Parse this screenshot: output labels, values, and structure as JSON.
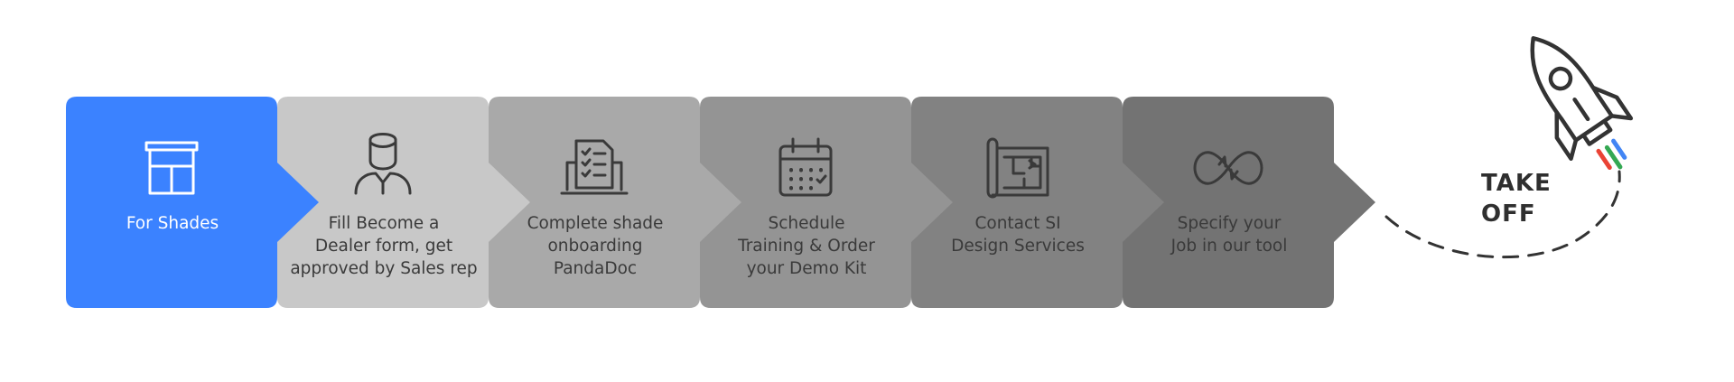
{
  "colors": {
    "active": "#3B82FF",
    "steps": [
      "#3B82FF",
      "#C8C8C8",
      "#A9A9A9",
      "#949494",
      "#828282",
      "#737373"
    ],
    "icon_active": "#ffffff",
    "icon": "#3a3a3a",
    "dash": "#333333",
    "flame": [
      "#EA4335",
      "#34A853",
      "#4285F4"
    ]
  },
  "steps": [
    {
      "label": "For Shades",
      "icon": "window-shade-icon",
      "active": true
    },
    {
      "label": "Fill Become a\nDealer form, get\napproved by Sales rep",
      "icon": "person-icon",
      "active": false
    },
    {
      "label": "Complete shade\nonboarding\nPandaDoc",
      "icon": "checklist-laptop-icon",
      "active": false
    },
    {
      "label": "Schedule\nTraining & Order\nyour Demo Kit",
      "icon": "calendar-icon",
      "active": false
    },
    {
      "label": "Contact SI\nDesign Services",
      "icon": "blueprint-icon",
      "active": false
    },
    {
      "label": "Specify your\nJob in our tool",
      "icon": "infinity-loop-icon",
      "active": false
    }
  ],
  "takeoff": {
    "label": "TAKE\nOFF",
    "icon": "rocket-icon"
  }
}
